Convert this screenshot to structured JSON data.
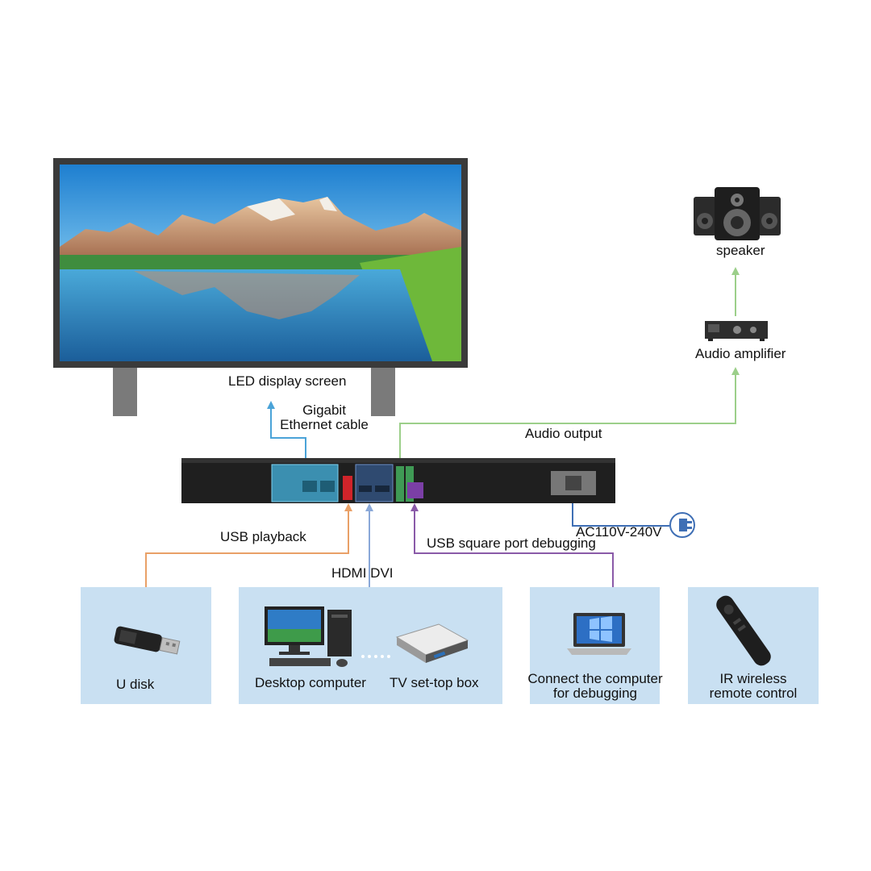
{
  "colors": {
    "ethernet": "#4aa3d8",
    "audio": "#9ccf8a",
    "usb_playback": "#e9a067",
    "hdmi": "#8aa8d8",
    "usb_debug": "#8a5aa8",
    "power": "#3f6fb5",
    "panel": "#c9e0f2"
  },
  "labels": {
    "led_display": "LED display screen",
    "gigabit_line1": "Gigabit",
    "gigabit_line2": "Ethernet cable",
    "audio_output": "Audio output",
    "speaker": "speaker",
    "audio_amplifier": "Audio amplifier",
    "usb_playback": "USB playback",
    "hdmi_dvi": "HDMI DVI",
    "usb_square": "USB square port debugging",
    "power": "AC110V-240V",
    "u_disk": "U disk",
    "desktop_computer": "Desktop computer",
    "tv_box": "TV set-top box",
    "connect_line1": "Connect the computer",
    "connect_line2": "for debugging",
    "ir_line1": "IR wireless",
    "ir_line2": "remote control"
  },
  "icons": [
    "led-screen-icon",
    "speaker-icon",
    "amplifier-icon",
    "controller-box-icon",
    "usb-drive-icon",
    "desktop-computer-icon",
    "set-top-box-icon",
    "laptop-icon",
    "remote-control-icon",
    "power-plug-icon"
  ]
}
